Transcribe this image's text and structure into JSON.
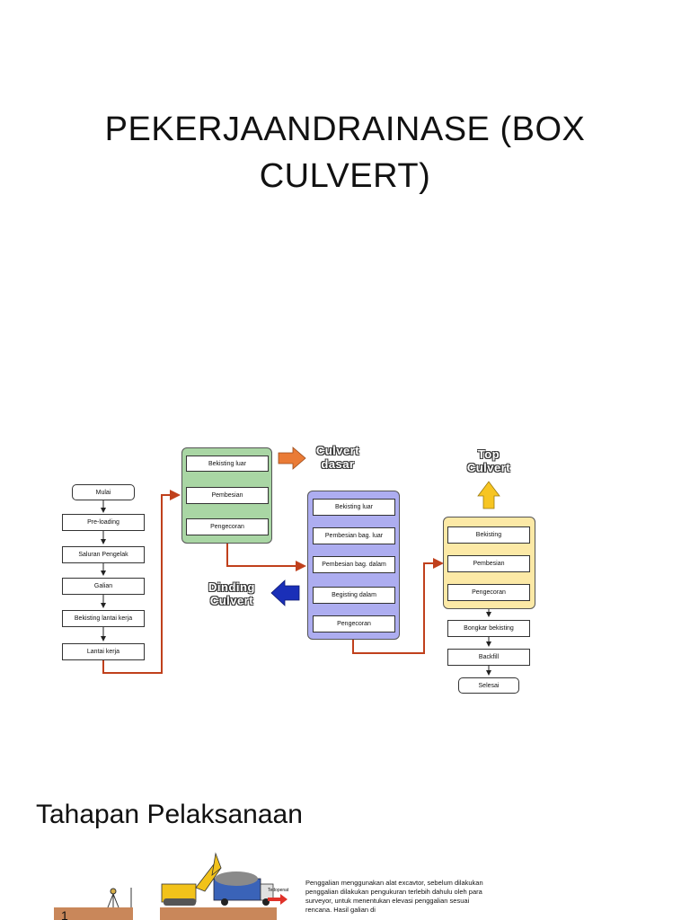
{
  "slide1": {
    "title": "PEKERJAANDRAINASE (BOX CULVERT)"
  },
  "flowchart": {
    "start": "Mulai",
    "prep_steps": [
      "Pre-loading",
      "Saluran Pengelak",
      "Galian",
      "Bekisting lantai kerja",
      "Lantai kerja"
    ],
    "culvert_dasar": {
      "label_line1": "Culvert",
      "label_line2": "dasar",
      "steps": [
        "Bekisting luar",
        "Pembesian",
        "Pengecoran"
      ]
    },
    "dinding_culvert": {
      "label_line1": "Dinding",
      "label_line2": "Culvert",
      "steps": [
        "Bekisting luar",
        "Pembesian bag. luar",
        "Pembesian bag. dalam",
        "Begisting dalam",
        "Pengecoran"
      ]
    },
    "top_culvert": {
      "label_line1": "Top",
      "label_line2": "Culvert",
      "steps": [
        "Bekisting",
        "Pembesian",
        "Pengecoran"
      ]
    },
    "final_steps": [
      "Bongkar bekisting",
      "Backfill"
    ],
    "end": "Selesai",
    "colors": {
      "green_fill": "#a9d6a4",
      "purple_fill": "#adadf0",
      "yellow_fill": "#fce9a6",
      "connector": "#c0401c",
      "orange_arrow": "#ea7b36",
      "blue_arrow": "#1a2fb8",
      "yellow_arrow": "#f7c522"
    }
  },
  "slide2": {
    "title": "Tahapan Pelaksanaan",
    "description": "Penggalian menggunakan alat excavtor, sebelum dilakukan penggalian dilakukan pengukuran terlebih dahulu oleh para surveyor, untuk menentukan elevasi penggalian sesuai rencana. Hasil galian di",
    "step_number": "1",
    "image_label": "Tedopenat"
  }
}
